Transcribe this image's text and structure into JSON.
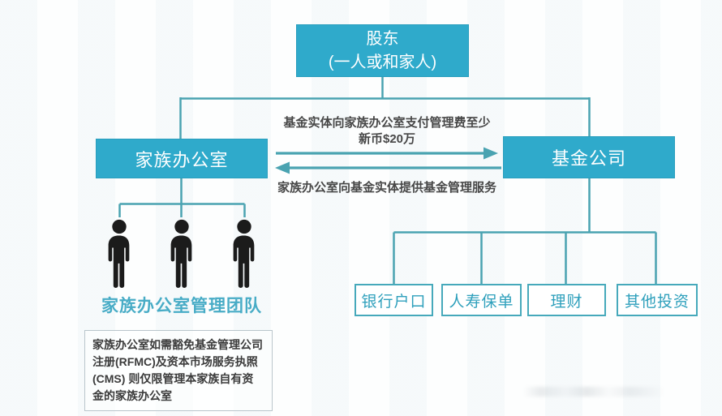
{
  "diagram": {
    "title_domain": "family-office-structure-diagram",
    "shareholder_box": {
      "line1": "股东",
      "line2": "(一人或和家人)"
    },
    "family_office_box": {
      "label": "家族办公室"
    },
    "fund_company_box": {
      "label": "基金公司"
    },
    "fee_arrow": {
      "direction": "right",
      "line1": "基金实体向家族办公室支付管理费至少",
      "line2": "新币$20万"
    },
    "service_arrow": {
      "direction": "left",
      "label": "家族办公室向基金实体提供基金管理服务"
    },
    "team": {
      "member_count": 3,
      "label": "家族办公室管理团队"
    },
    "note_box": {
      "text": "家族办公室如需豁免基金管理公司注册(RFMC)及资本市场服务执照 (CMS) 则仅限管理本家族自有资金的家族办公室"
    },
    "investment_boxes": [
      {
        "label": "银行户口"
      },
      {
        "label": "人寿保单"
      },
      {
        "label": "理财"
      },
      {
        "label": "其他投资"
      }
    ],
    "colors": {
      "box_fill": "#2faacb",
      "box_text": "#ffffff",
      "line": "#4aa3b1",
      "outline_border": "#46a9bb",
      "outline_text": "#2fa0bc",
      "team_text": "#48acc6",
      "note_border": "#b9c5cb",
      "note_text": "#3b3b3b",
      "arrow_text": "#474747",
      "person": "#1b1b1b"
    }
  }
}
